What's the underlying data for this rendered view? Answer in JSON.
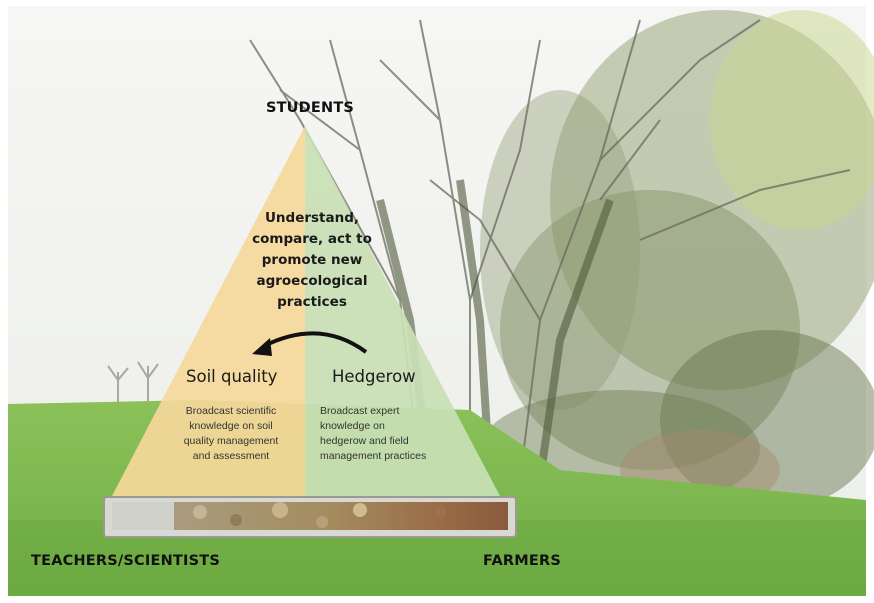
{
  "apex_label": "STUDENTS",
  "left_corner_label": "TEACHERS/SCIENTISTS",
  "right_corner_label": "FARMERS",
  "center_text": [
    "Understand,",
    "compare, act to",
    "promote new",
    "agroecological",
    "practices"
  ],
  "left_panel": {
    "title": "Soil quality",
    "description": [
      "Broadcast scientific",
      "knowledge on soil",
      "quality management",
      "and assessment"
    ]
  },
  "right_panel": {
    "title": "Hedgerow",
    "description": [
      "Broadcast expert",
      "knowledge on",
      "hedgerow and field",
      "management practices"
    ]
  },
  "colors": {
    "left_panel_fill": "#f5d89a",
    "right_panel_fill": "#c9dfb4",
    "arrow": "#111111",
    "grass": "#7fb850",
    "sky": "#f3f4f1"
  }
}
